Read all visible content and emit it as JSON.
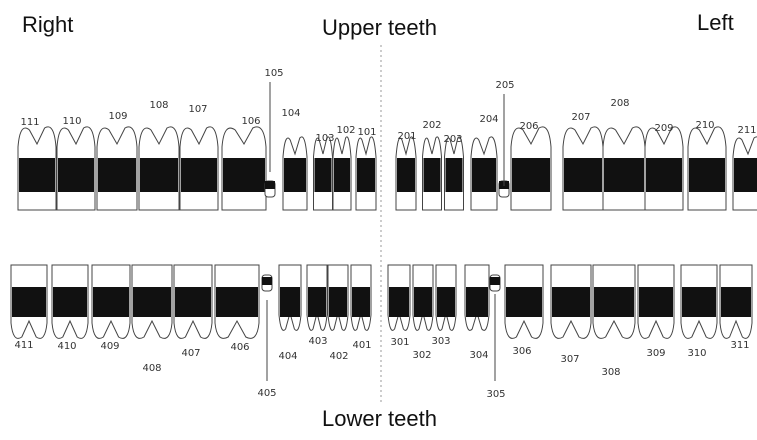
{
  "headings": {
    "right": "Right",
    "left": "Left",
    "upper": "Upper teeth",
    "lower": "Lower teeth"
  },
  "upper_teeth": [
    "111",
    "110",
    "109",
    "108",
    "107",
    "106",
    "105",
    "104",
    "103",
    "102",
    "101",
    "201",
    "202",
    "203",
    "204",
    "205",
    "206",
    "207",
    "208",
    "209",
    "210",
    "211"
  ],
  "lower_teeth": [
    "411",
    "410",
    "409",
    "408",
    "407",
    "406",
    "405",
    "404",
    "403",
    "402",
    "401",
    "301",
    "302",
    "303",
    "304",
    "305",
    "306",
    "307",
    "308",
    "309",
    "310",
    "311"
  ],
  "colors": {
    "crown": "#111111",
    "outline": "#444444",
    "midline": "#999999"
  }
}
